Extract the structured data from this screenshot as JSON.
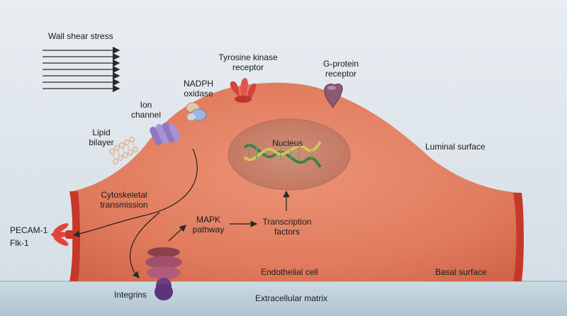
{
  "labels": {
    "wall_shear_stress": "Wall shear stress",
    "tyrosine_kinase_line1": "Tyrosine kinase",
    "tyrosine_kinase_line2": "receptor",
    "g_protein_line1": "G-protein",
    "g_protein_line2": "receptor",
    "nadph_line1": "NADPH",
    "nadph_line2": "oxidase",
    "ion_line1": "Ion",
    "ion_line2": "channel",
    "lipid_line1": "Lipid",
    "lipid_line2": "bilayer",
    "nucleus": "Nucleus",
    "luminal_surface": "Luminal surface",
    "cytoskeletal_line1": "Cytoskeletal",
    "cytoskeletal_line2": "transmission",
    "pecam": "PECAM-1",
    "flk": "Flk-1",
    "mapk_line1": "MAPK",
    "mapk_line2": "pathway",
    "transcription_line1": "Transcription",
    "transcription_line2": "factors",
    "endothelial_cell": "Endothelial cell",
    "basal_surface": "Basal surface",
    "integrins": "Integrins",
    "extracellular_matrix": "Extracellular matrix"
  },
  "colors": {
    "background": "#dbe3ea",
    "cell_body": "#e07a5c",
    "cell_edge": "#c94a38",
    "matrix": "#b9cdd9",
    "nucleus": "#c9826b"
  },
  "icons": {
    "receptor_tyrosine_kinase": "tyrosine-kinase-receptor-icon",
    "g_protein": "g-protein-receptor-icon",
    "nadph": "nadph-oxidase-icon",
    "ion": "ion-channel-icon",
    "lipid": "lipid-bilayer-icon",
    "dna": "dna-helix-icon",
    "integrin": "integrin-icon",
    "pecam": "pecam-receptor-icon"
  }
}
